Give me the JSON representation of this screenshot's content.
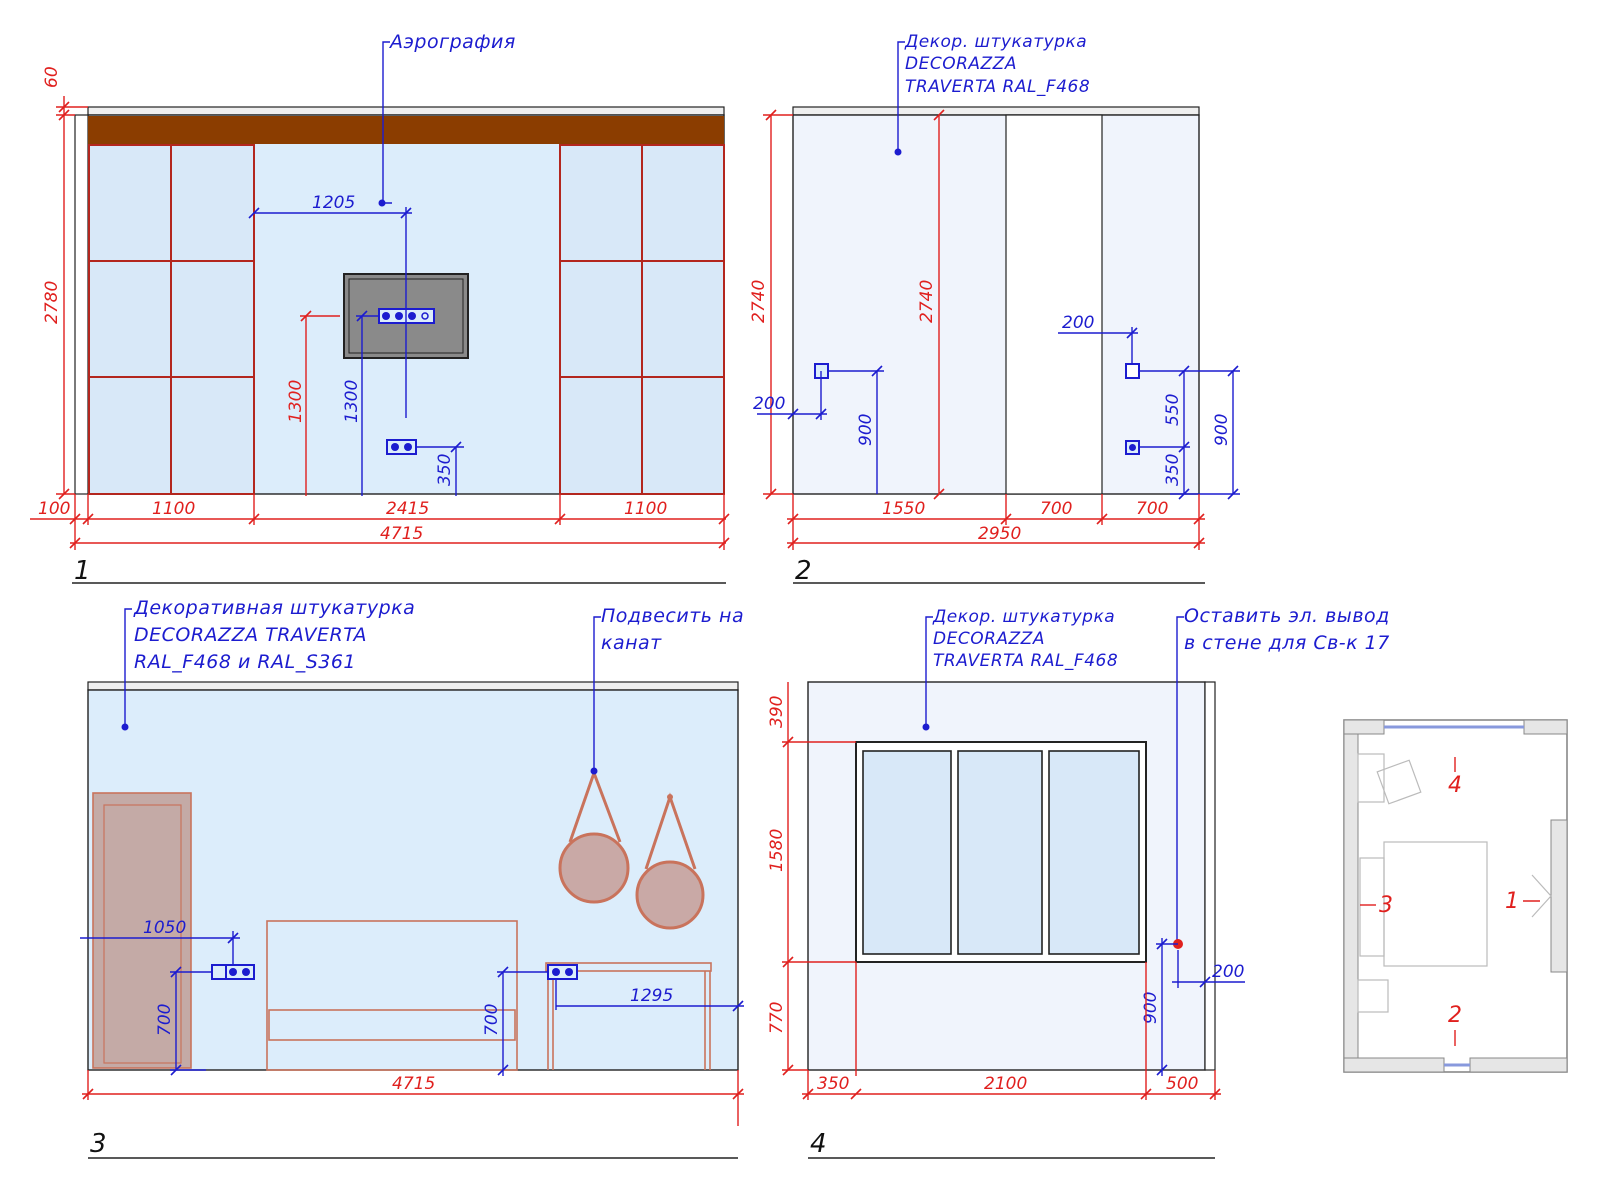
{
  "colors": {
    "dimension_red": "#e0201e",
    "leader_blue": "#1c1ccf",
    "wall_fill": "#dcedfb",
    "wall_fill_alt": "#f0f4fc",
    "wood_beam": "#8b3d00",
    "wardrobe_frame": "#b3261e",
    "glass": "#d8e8f8",
    "tv": "#8a8a8a",
    "door": "#c4aaa6",
    "mirror": "#c9a9a6",
    "furniture_line": "#c9735c"
  },
  "views": {
    "v1": {
      "number": "1",
      "note": "Аэрография",
      "dims": {
        "top": "60",
        "height": "2780",
        "left": "100",
        "w1": "1100",
        "w2": "2415",
        "w3": "1100",
        "total": "4715",
        "offset": "1205",
        "tv_h_red": "1300",
        "tv_h_blue": "1300",
        "socket_h": "350"
      }
    },
    "v2": {
      "number": "2",
      "note": [
        "Декор. штукатурка",
        "DECORAZZA",
        "TRAVERTA RAL_F468"
      ],
      "dims": {
        "h_left": "2740",
        "h_mid": "2740",
        "s_left_w": "200",
        "s_left_h": "900",
        "s_right_w": "200",
        "s_right_a": "550",
        "s_right_b": "350",
        "s_right_h": "900",
        "w1": "1550",
        "w2": "700",
        "w3": "700",
        "total": "2950"
      }
    },
    "v3": {
      "number": "3",
      "note_left": [
        "Декоративная штукатурка",
        "DECORAZZA TRAVERTA",
        "RAL_F468 и RAL_S361"
      ],
      "note_right": [
        "Подвесить на",
        "канат"
      ],
      "dims": {
        "s_left_w": "1050",
        "s_left_h": "700",
        "s_right_h": "700",
        "s_right_w": "1295",
        "total": "4715"
      }
    },
    "v4": {
      "number": "4",
      "note_left": [
        "Декор. штукатурка",
        "DECORAZZA",
        "TRAVERTA RAL_F468"
      ],
      "note_right": [
        "Оставить эл. вывод",
        "в стене для Св-к 17"
      ],
      "dims": {
        "top": "390",
        "win_h": "1580",
        "bottom": "770",
        "out_h": "900",
        "out_w": "200",
        "w1": "350",
        "w2": "2100",
        "w3": "500"
      }
    }
  },
  "plan": {
    "labels": [
      "1",
      "2",
      "3",
      "4"
    ]
  }
}
